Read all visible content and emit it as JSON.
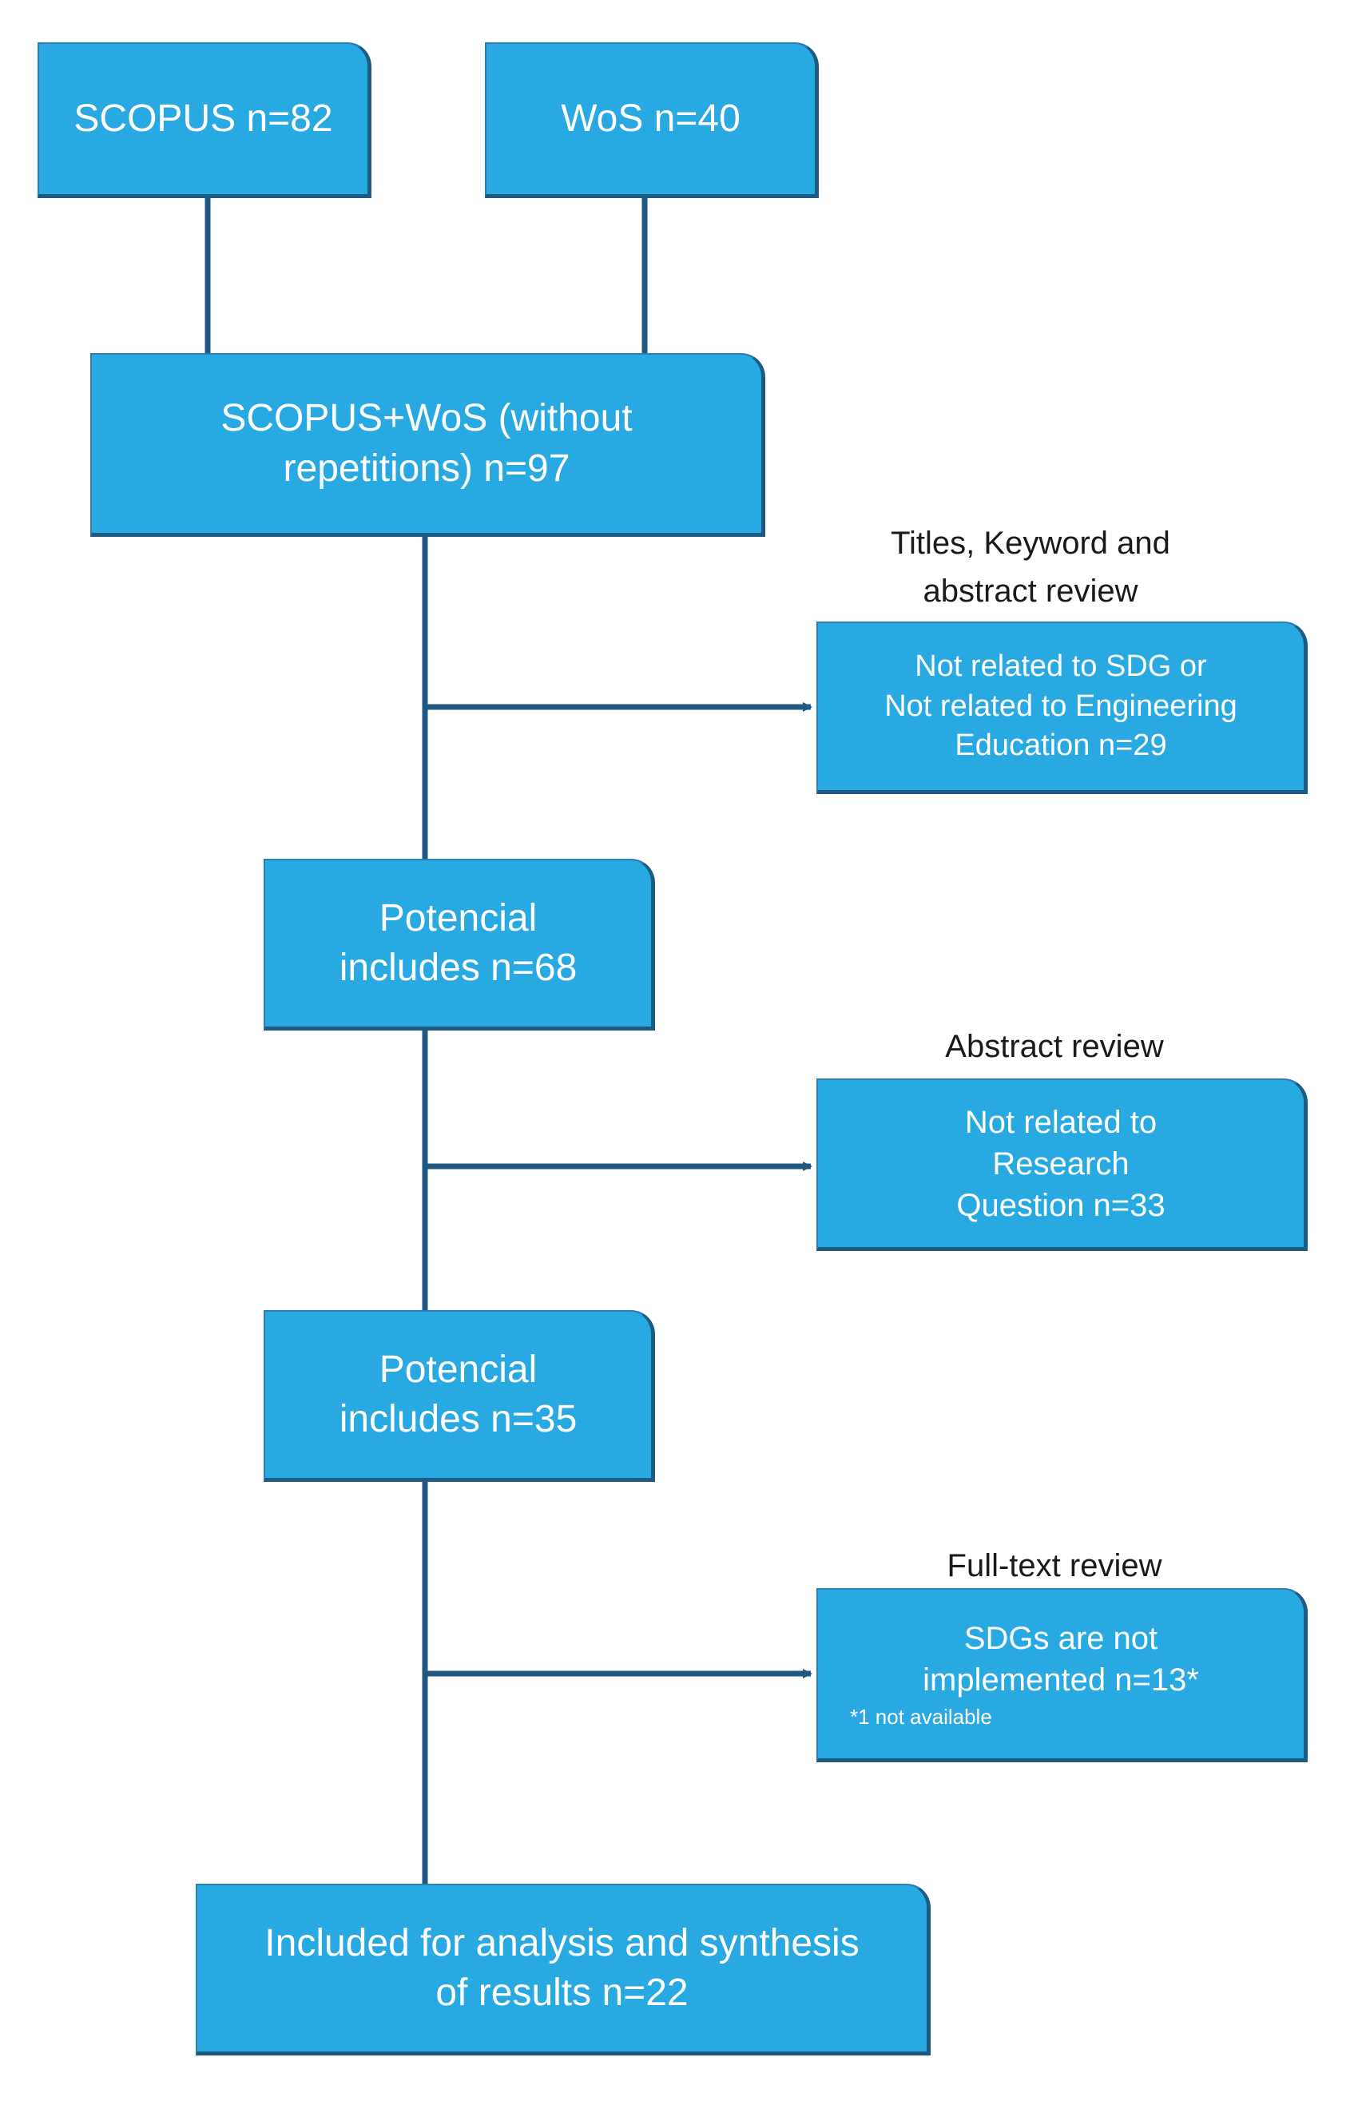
{
  "colors": {
    "box_fill": "#29a9e1",
    "box_shadow": "#1e5b84",
    "line": "#1f5880",
    "label_text": "#1a1a1a"
  },
  "boxes": {
    "scopus": "SCOPUS n=82",
    "wos": "WoS n=40",
    "merged": [
      "SCOPUS+WoS (without",
      "repetitions) n=97"
    ],
    "exclude1": [
      "Not related to SDG or",
      "Not related to Engineering",
      "Education n=29"
    ],
    "potencial68": [
      "Potencial",
      "includes n=68"
    ],
    "exclude2": [
      "Not related to",
      "Research",
      "Question n=33"
    ],
    "potencial35": [
      "Potencial",
      "includes n=35"
    ],
    "exclude3": [
      "SDGs are not",
      "implemented n=13*"
    ],
    "exclude3_note": "*1 not available",
    "final": [
      "Included for analysis and synthesis",
      "of results n=22"
    ]
  },
  "labels": {
    "review1": [
      "Titles, Keyword and",
      "abstract review"
    ],
    "review2": "Abstract review",
    "review3": "Full-text review"
  }
}
